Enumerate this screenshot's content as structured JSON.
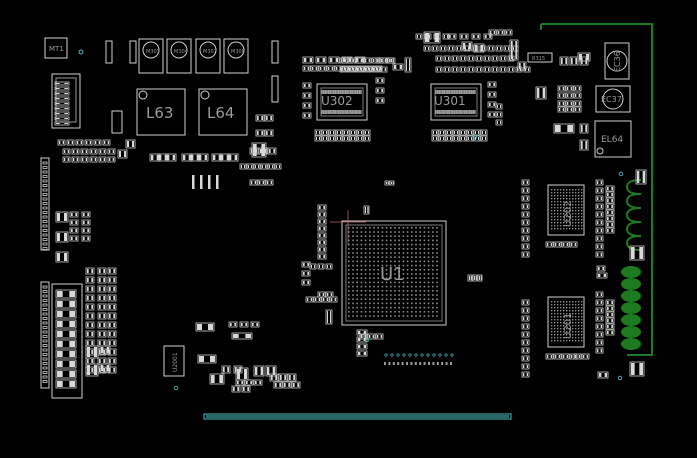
{
  "board": {
    "background": "#000000",
    "silk_color": "#cfcfcf",
    "label_color": "#9a9a9a",
    "antenna_color": "#1e7a1e",
    "accent_color": "#4ec3c3"
  },
  "labels": {
    "mt1": "MT1",
    "l63": "L63",
    "l64": "L64",
    "u302": "U302",
    "u301": "U301",
    "u1": "U1",
    "u202": "U202",
    "u201": "U201",
    "u2001": "U2001",
    "ec36": "EC36",
    "ec37": "EC37",
    "el64": "EL64",
    "r315": "R315",
    "bead1": "M303",
    "bead2": "M304",
    "bead3": "M307",
    "bead4": "M308"
  }
}
